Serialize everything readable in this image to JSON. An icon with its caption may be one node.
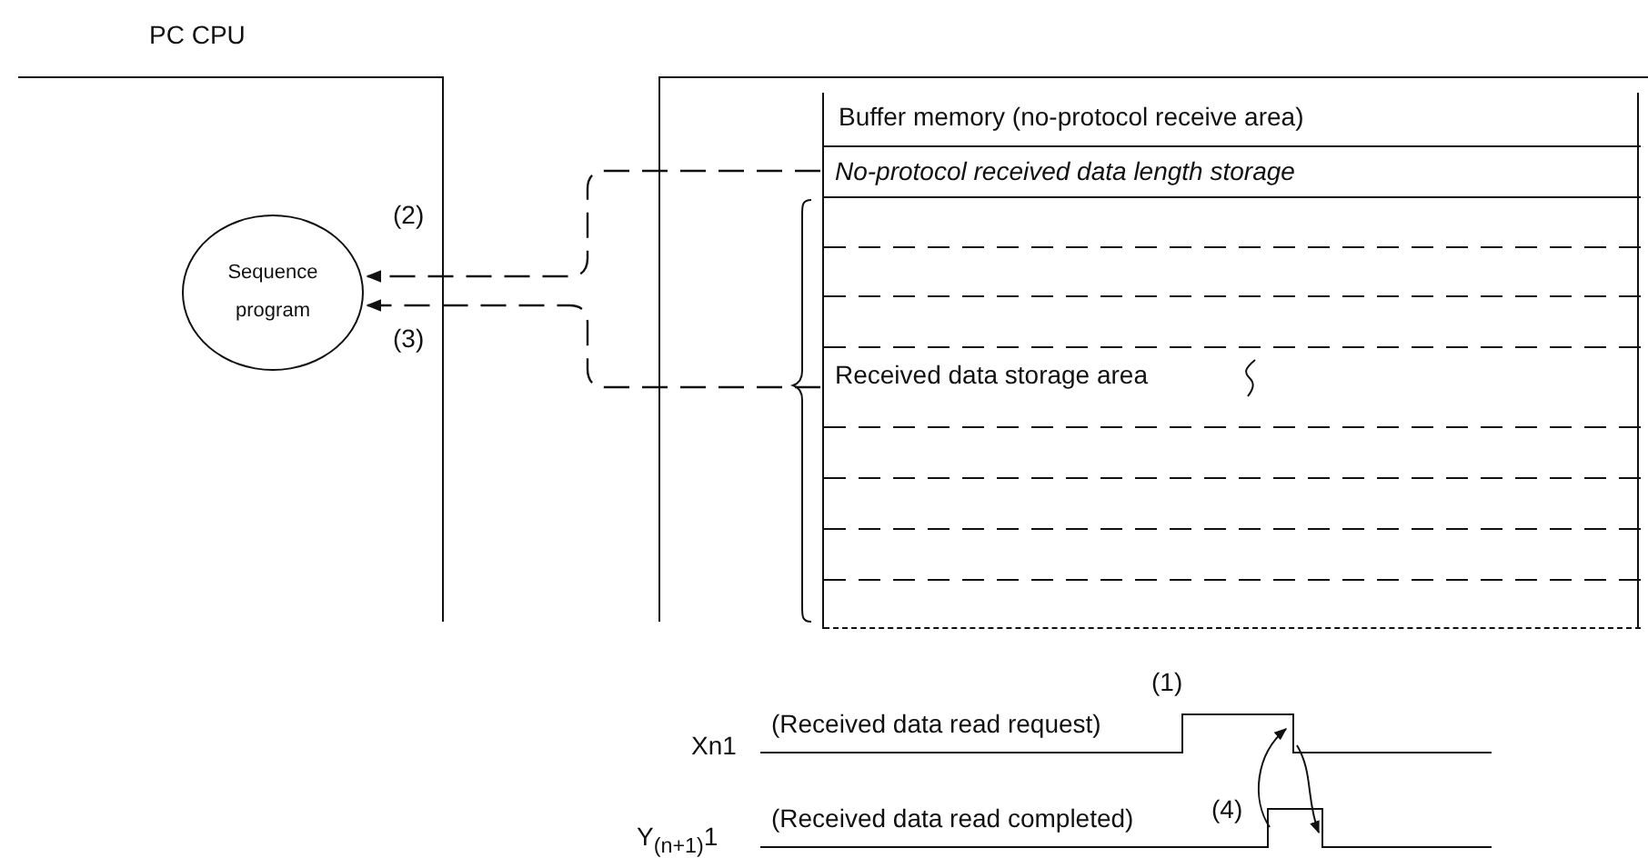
{
  "diagram": {
    "nodes": [
      {
        "text": [
          "PC CPU"
        ]
      },
      {
        "text": [
          "Sequence program"
        ],
        "in": 0
      },
      {
        "text": [],
        "shape": "box"
      },
      {
        "text": [
          "Buffer memory (no-protocol receive area)"
        ],
        "in": 2
      },
      {
        "text": [
          "No-protocol received data length storage"
        ],
        "in": 3
      },
      {
        "text": [
          "Received data storage area"
        ],
        "in": 3
      }
    ],
    "edges": [
      {
        "from": 4,
        "to": 1,
        "arrow": "to",
        "style": "dashed",
        "label": "(2)"
      },
      {
        "from": 5,
        "to": 1,
        "arrow": "to",
        "style": "dashed",
        "label": "(3)"
      }
    ],
    "labels": [
      "(1)",
      "Xn1",
      "(Received data read request)",
      "(4)",
      "Y$_{(n+1)}$1",
      "(Received data read completed)"
    ]
  }
}
